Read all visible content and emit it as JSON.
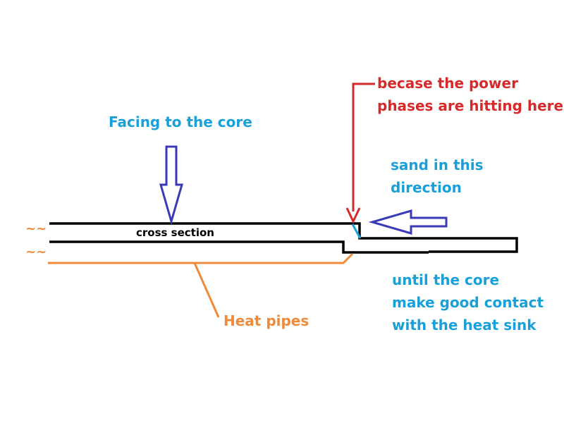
{
  "labels": {
    "facing": "Facing to the core",
    "because_line1": "becase the power",
    "because_line2": "phases are hitting here",
    "sand_line1": "sand in this",
    "sand_line2": "direction",
    "until_line1": "until the core",
    "until_line2": "make good contact",
    "until_line3": "with the heat sink",
    "heat_pipes": "Heat pipes",
    "cross_section": "cross section",
    "break_top": "~~",
    "break_bottom": "~~"
  },
  "colors": {
    "blue_text": "#1aa0d8",
    "red": "#d62a2a",
    "orange": "#ee8a3a",
    "arrow_blue": "#3a3ab8",
    "black": "#000000"
  }
}
